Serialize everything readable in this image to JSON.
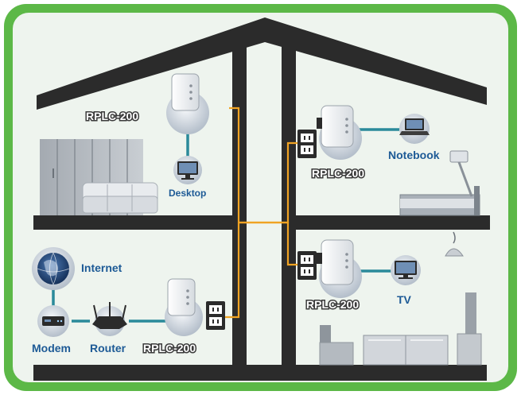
{
  "labels": {
    "adapter_top_left": "RPLC-200",
    "adapter_top_right": "RPLC-200",
    "adapter_mid_right": "RPLC-200",
    "adapter_bottom": "RPLC-200",
    "desktop": "Desktop",
    "notebook": "Notebook",
    "tv": "TV",
    "internet": "Internet",
    "modem": "Modem",
    "router": "Router"
  },
  "colors": {
    "frame_green": "#5cb847",
    "background": "#eef4ee",
    "house_structure": "#2b2b2b",
    "power_wiring": "#f0a323",
    "ethernet_link": "#2a8a9a",
    "label_blue": "#1d5a96"
  }
}
